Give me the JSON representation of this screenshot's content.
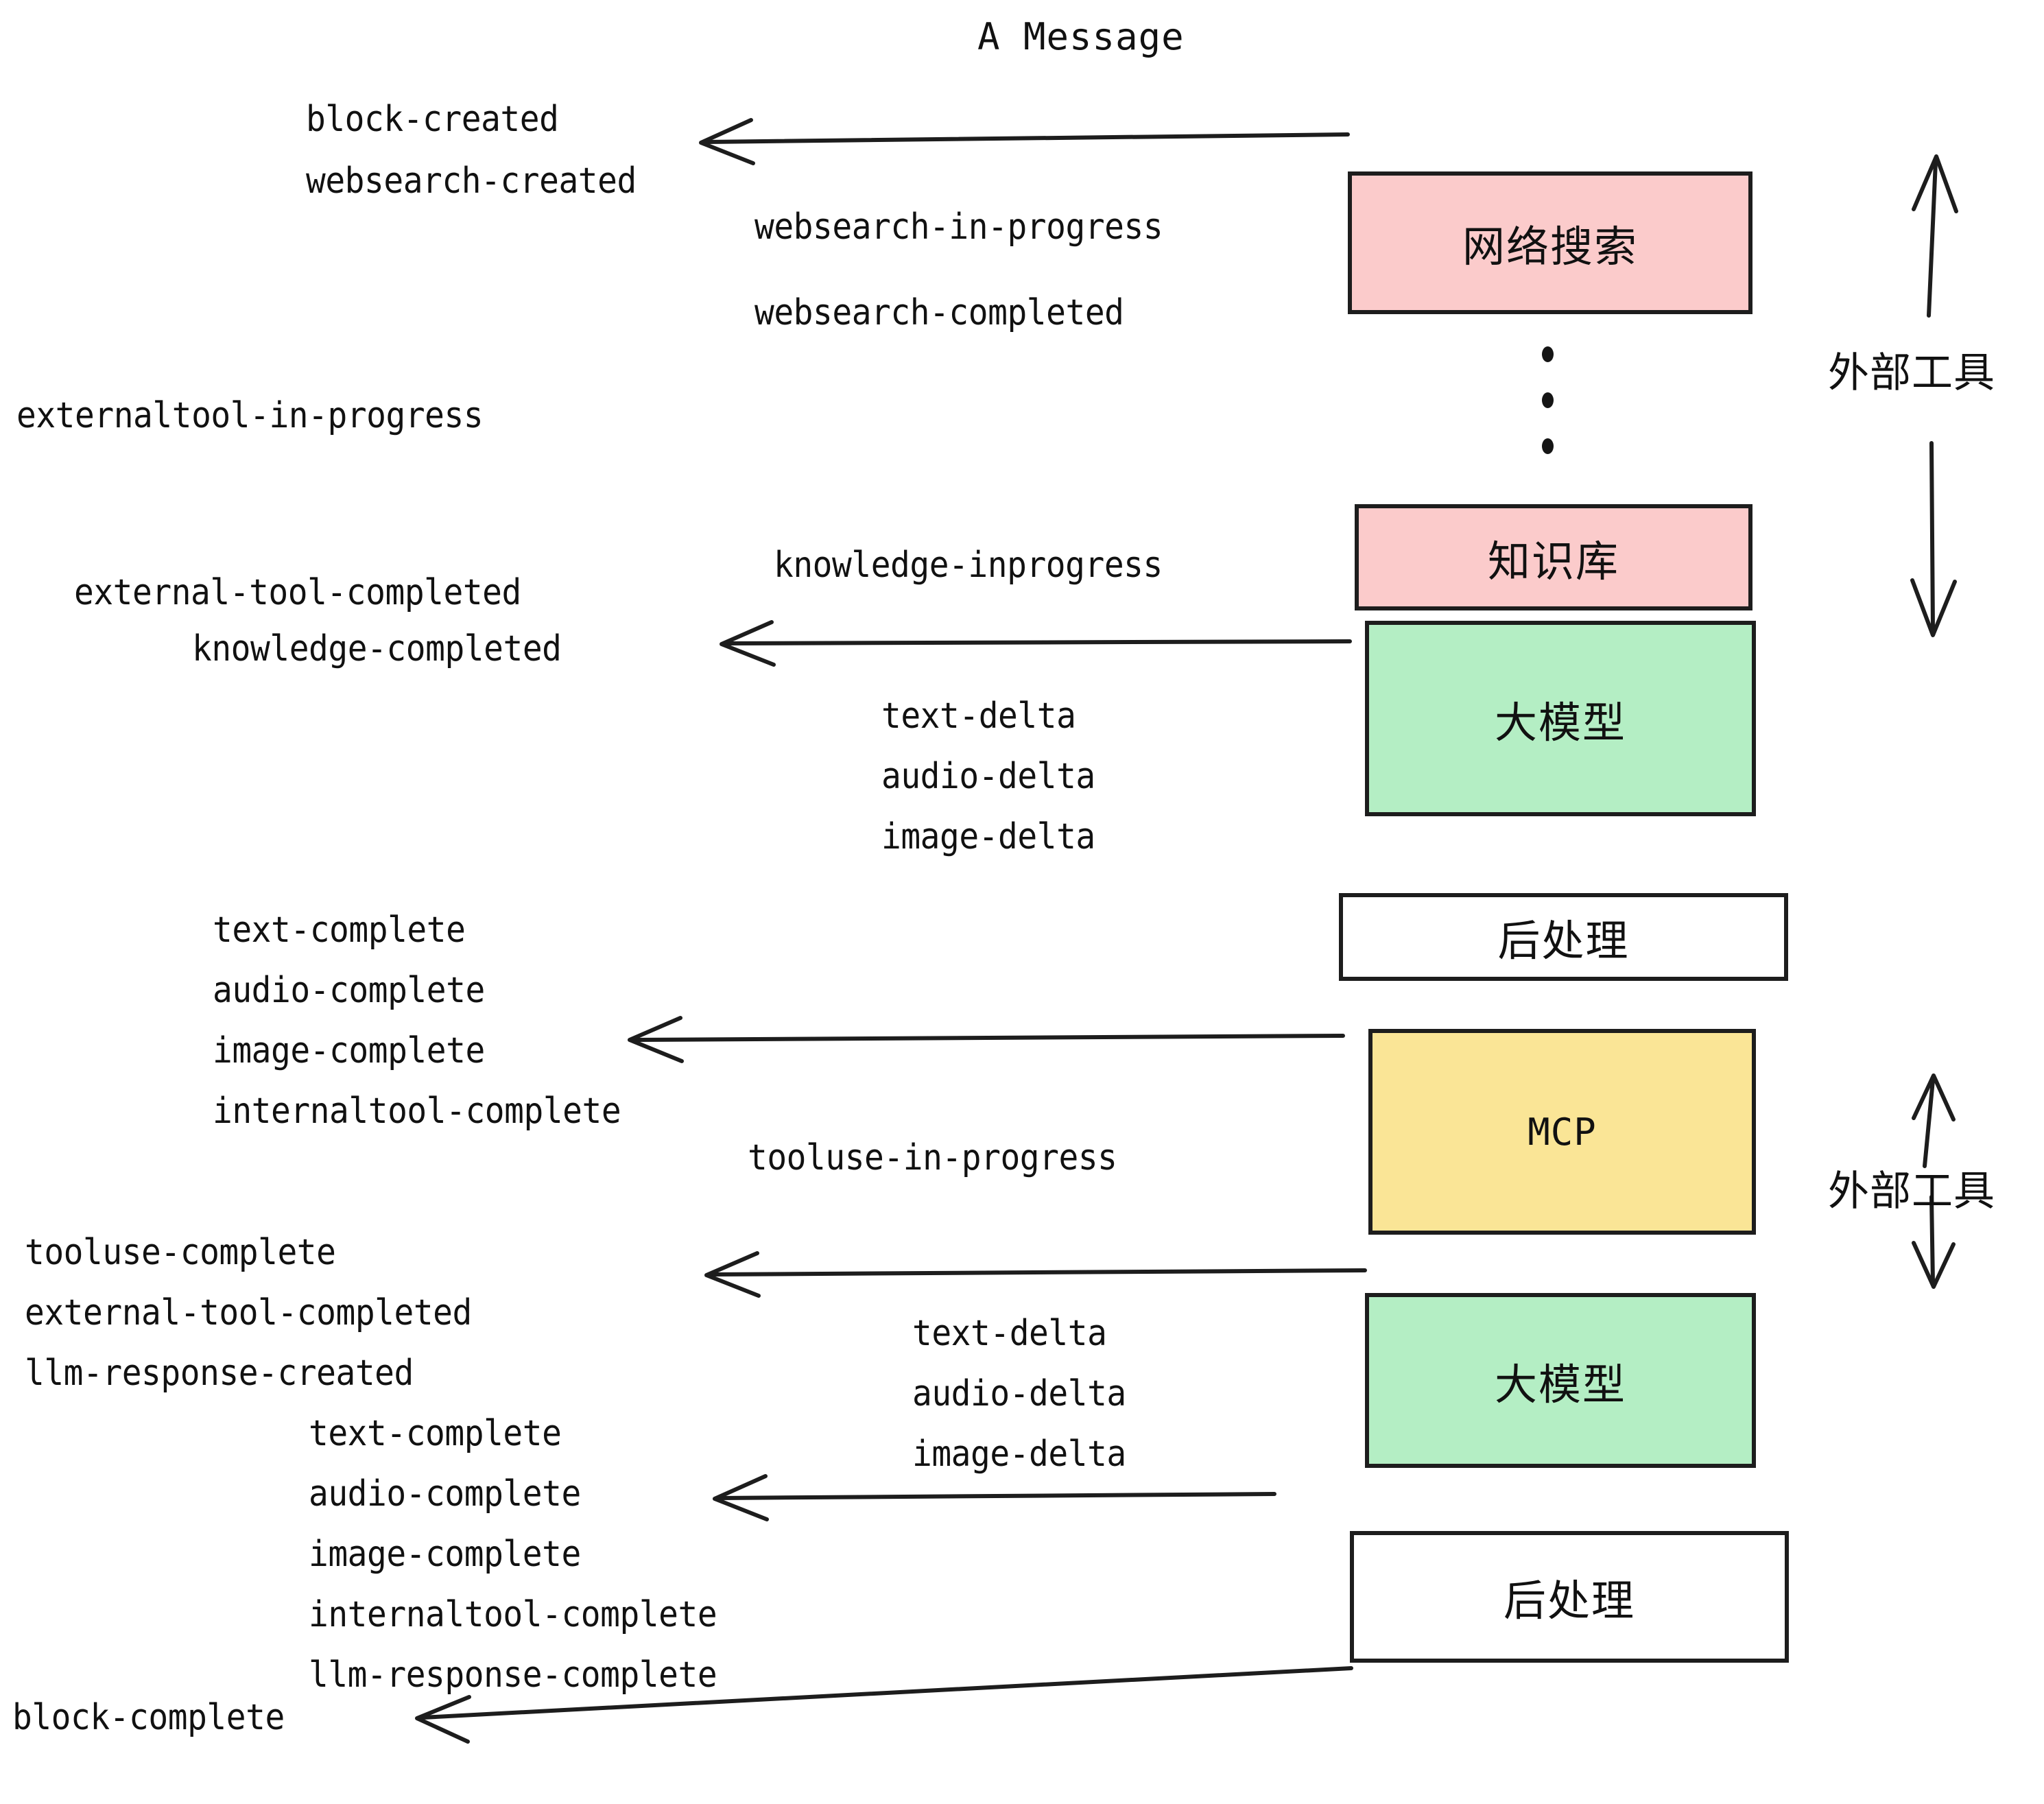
{
  "title": "A Message",
  "colors": {
    "pink": "#fbcbcb",
    "green": "#b4eec4",
    "yellow": "#fae596",
    "white": "#ffffff",
    "stroke": "#1d1d1d",
    "text": "#111111"
  },
  "nodes": [
    {
      "id": "websearch",
      "label": "网络搜索",
      "fill": "#fbcbcb"
    },
    {
      "id": "knowledge",
      "label": "知识库",
      "fill": "#fbcbcb"
    },
    {
      "id": "llm-1",
      "label": "大模型",
      "fill": "#b4eec4"
    },
    {
      "id": "postprocess-1",
      "label": "后处理",
      "fill": "#ffffff"
    },
    {
      "id": "mcp",
      "label": "MCP",
      "fill": "#fae596"
    },
    {
      "id": "llm-2",
      "label": "大模型",
      "fill": "#b4eec4"
    },
    {
      "id": "postprocess-2",
      "label": "后处理",
      "fill": "#ffffff"
    }
  ],
  "side_labels": [
    {
      "id": "external-tool-top",
      "label": "外部工具"
    },
    {
      "id": "external-tool-bottom",
      "label": "外部工具"
    }
  ],
  "events": [
    {
      "id": "block-created",
      "text": "block-created"
    },
    {
      "id": "websearch-created",
      "text": "websearch-created"
    },
    {
      "id": "websearch-in-progress",
      "text": "websearch-in-progress"
    },
    {
      "id": "websearch-completed",
      "text": "websearch-completed"
    },
    {
      "id": "externaltool-in-progress",
      "text": "externaltool-in-progress"
    },
    {
      "id": "knowledge-inprogress",
      "text": "knowledge-inprogress"
    },
    {
      "id": "external-tool-completed-1",
      "text": "external-tool-completed"
    },
    {
      "id": "knowledge-completed",
      "text": "knowledge-completed"
    },
    {
      "id": "text-delta-1",
      "text": "text-delta"
    },
    {
      "id": "audio-delta-1",
      "text": "audio-delta"
    },
    {
      "id": "image-delta-1",
      "text": "image-delta"
    },
    {
      "id": "text-complete-1",
      "text": "text-complete"
    },
    {
      "id": "audio-complete-1",
      "text": "audio-complete"
    },
    {
      "id": "image-complete-1",
      "text": "image-complete"
    },
    {
      "id": "internaltool-complete-1",
      "text": "internaltool-complete"
    },
    {
      "id": "tooluse-in-progress",
      "text": "tooluse-in-progress"
    },
    {
      "id": "tooluse-complete",
      "text": "tooluse-complete"
    },
    {
      "id": "external-tool-completed-2",
      "text": "external-tool-completed"
    },
    {
      "id": "llm-response-created",
      "text": "llm-response-created"
    },
    {
      "id": "text-delta-2",
      "text": "text-delta"
    },
    {
      "id": "audio-delta-2",
      "text": "audio-delta"
    },
    {
      "id": "image-delta-2",
      "text": "image-delta"
    },
    {
      "id": "text-complete-2",
      "text": "text-complete"
    },
    {
      "id": "audio-complete-2",
      "text": "audio-complete"
    },
    {
      "id": "image-complete-2",
      "text": "image-complete"
    },
    {
      "id": "internaltool-complete-2",
      "text": "internaltool-complete"
    },
    {
      "id": "llm-response-complete",
      "text": "llm-response-complete"
    },
    {
      "id": "block-complete",
      "text": "block-complete"
    }
  ]
}
